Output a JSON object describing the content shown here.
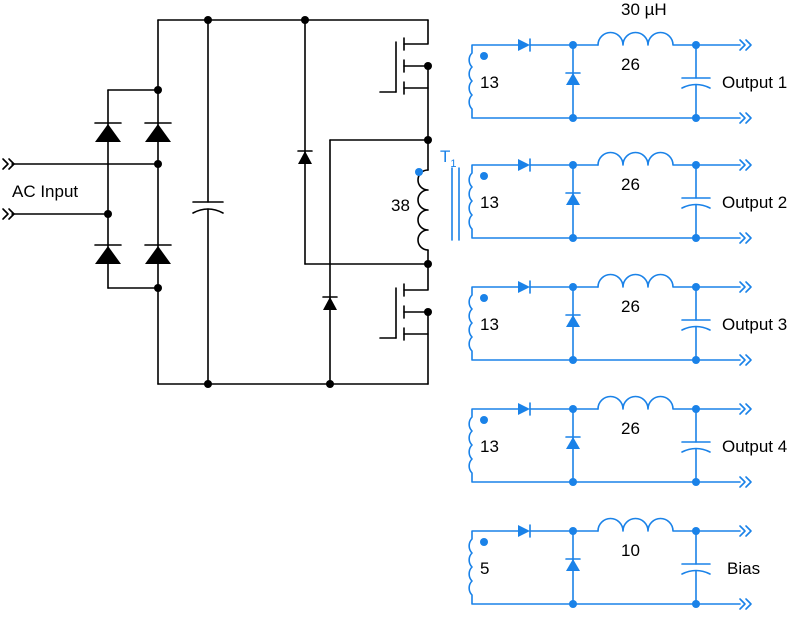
{
  "input_label": "AC Input",
  "inductor_value": "30 µH",
  "transformer": {
    "label": "T",
    "subscript": "1",
    "primary_turns": "38"
  },
  "colors": {
    "primary_circuit": "#000000",
    "secondary_circuit": "#1a82e8"
  },
  "outputs": [
    {
      "turns": "13",
      "inductor_turns": "26",
      "label": "Output 1"
    },
    {
      "turns": "13",
      "inductor_turns": "26",
      "label": "Output 2"
    },
    {
      "turns": "13",
      "inductor_turns": "26",
      "label": "Output 3"
    },
    {
      "turns": "13",
      "inductor_turns": "26",
      "label": "Output 4"
    },
    {
      "turns": "5",
      "inductor_turns": "10",
      "label": "Bias"
    }
  ]
}
